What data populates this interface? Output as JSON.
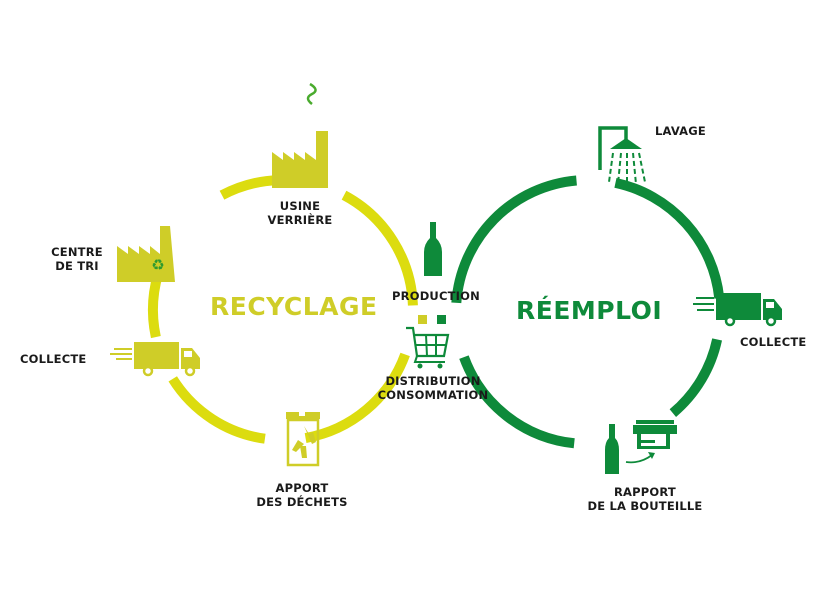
{
  "colors": {
    "recycling": "#cfcd28",
    "reuse": "#0e8a3a",
    "ring_recycling": "#dcdc0f",
    "text": "#1a1a1a",
    "background": "#ffffff"
  },
  "cycles": {
    "recycling": {
      "title": "RECYCLAGE",
      "steps": [
        {
          "id": "usine",
          "lines": [
            "USINE",
            "VERRIÈRE"
          ],
          "icon": "factory-icon"
        },
        {
          "id": "centre_tri",
          "lines": [
            "CENTRE",
            "DE TRI"
          ],
          "icon": "sorting-factory-recycle-icon"
        },
        {
          "id": "collecte",
          "lines": [
            "COLLECTE"
          ],
          "icon": "truck-icon"
        },
        {
          "id": "apport",
          "lines": [
            "APPORT",
            "DES DÉCHETS"
          ],
          "icon": "glass-bin-icon"
        }
      ]
    },
    "reuse": {
      "title": "RÉEMPLOI",
      "steps": [
        {
          "id": "lavage",
          "lines": [
            "LAVAGE"
          ],
          "icon": "shower-icon"
        },
        {
          "id": "collecte",
          "lines": [
            "COLLECTE"
          ],
          "icon": "truck-icon"
        },
        {
          "id": "rapport",
          "lines": [
            "RAPPORT",
            "DE LA BOUTEILLE"
          ],
          "icon": "bottle-to-shop-icon"
        }
      ]
    }
  },
  "shared": {
    "production": {
      "lines": [
        "PRODUCTION"
      ],
      "icon": "bottle-icon"
    },
    "distribution": {
      "lines": [
        "DISTRIBUTION",
        "CONSOMMATION"
      ],
      "icon": "shopping-cart-icon"
    }
  }
}
